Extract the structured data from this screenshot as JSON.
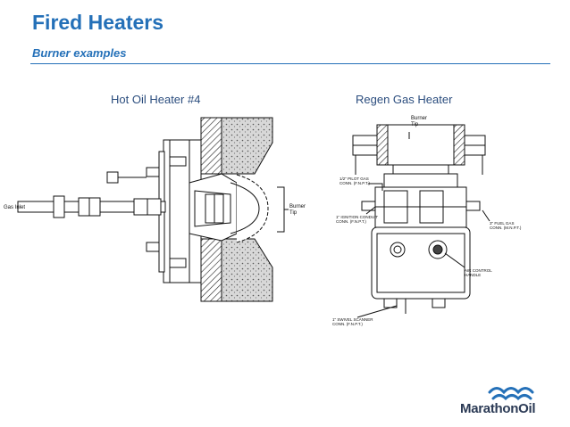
{
  "slide": {
    "title": "Fired Heaters",
    "subtitle": "Burner examples",
    "accent_color": "#2470b8"
  },
  "left_diagram": {
    "caption": "Hot Oil Heater #4",
    "labels": {
      "gas_inlet": "Gas Inlet",
      "burner_tip_1": "Burner",
      "burner_tip_2": "Tip"
    }
  },
  "right_diagram": {
    "caption": "Regen Gas Heater",
    "labels": {
      "burner_tip_1": "Burner",
      "burner_tip_2": "Tip",
      "pilot_gas_1": "1/2\" PILOT GAS",
      "pilot_gas_2": "CONN. (F.N.P.T.)",
      "ignition_1": "1\" IGNITION CONDUIT",
      "ignition_2": "CONN. (F.N.P.T.)",
      "fuel_gas_1": "3\" FUEL GAS",
      "fuel_gas_2": "CONN. (M.N.P.T.)",
      "air_control_1": "AIR CONTROL",
      "air_control_2": "HANDLE",
      "sight_1": "1\" SWIVEL SCANNER",
      "sight_2": "CONN. (F.N.P.T.)"
    }
  },
  "logo": {
    "name": "MarathonOil",
    "icon": "marathon-wave-logo-icon",
    "color": "#2470b8"
  }
}
